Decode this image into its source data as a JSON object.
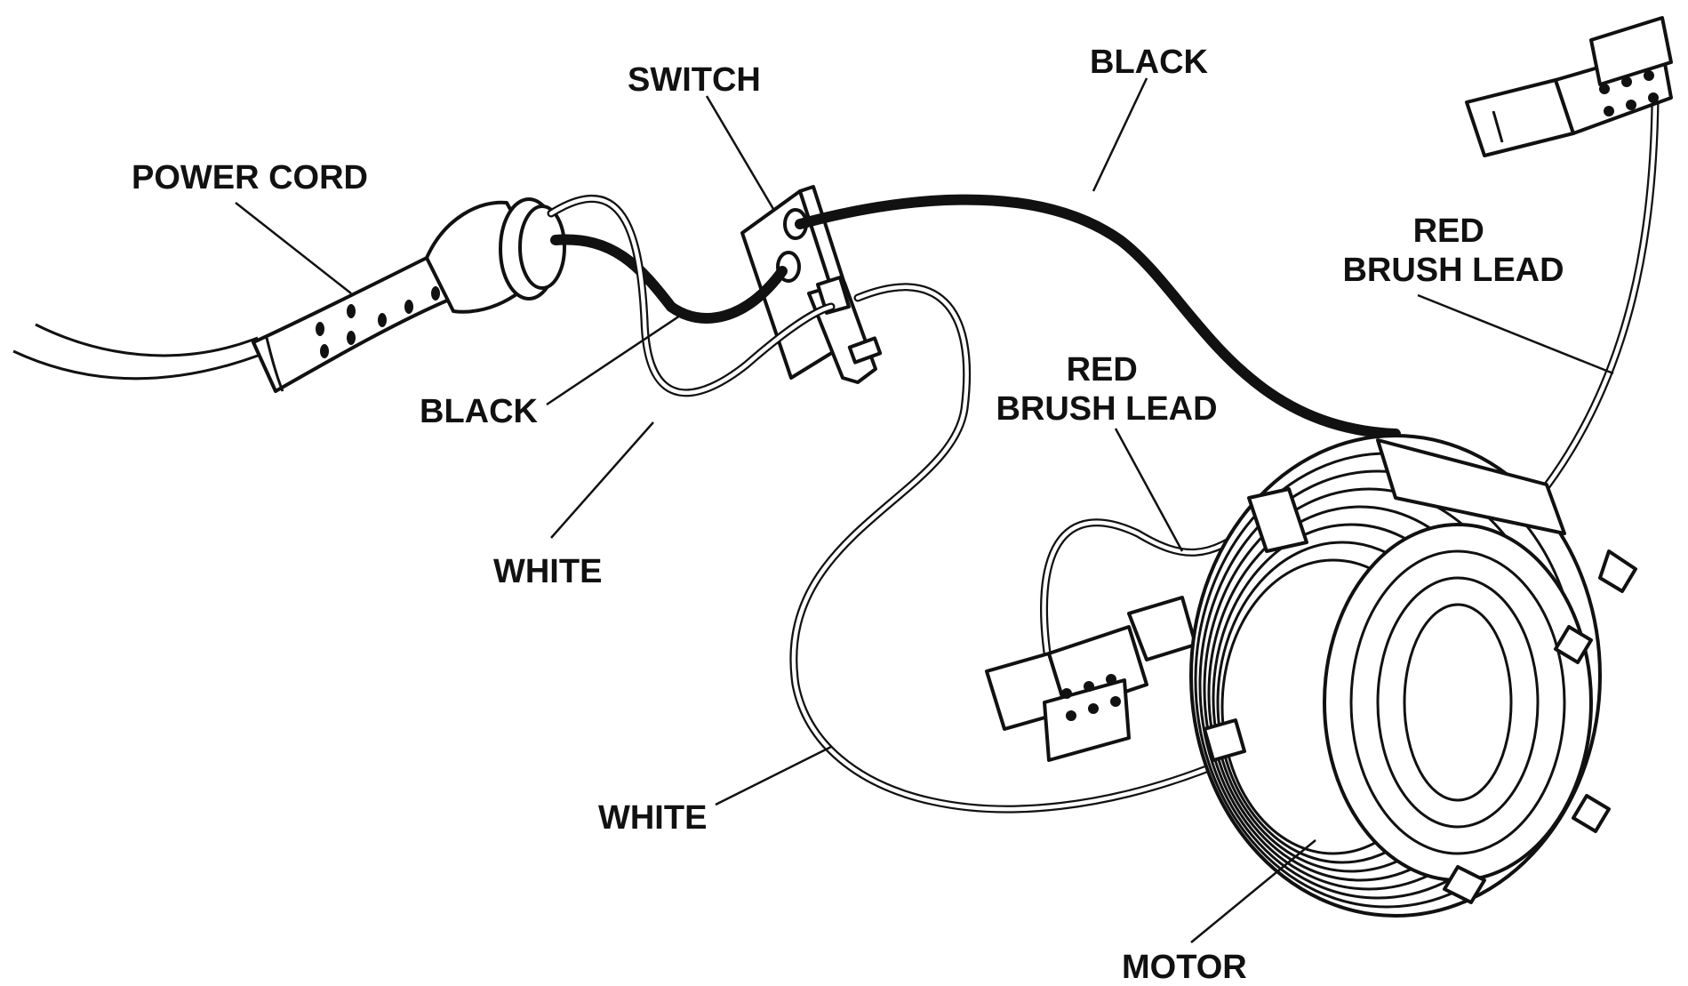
{
  "labels": {
    "power_cord": "POWER CORD",
    "switch": "SWITCH",
    "black_top": "BLACK",
    "black_left": "BLACK",
    "white_left": "WHITE",
    "white_bottom": "WHITE",
    "red_brush_lead_right": [
      "RED",
      "BRUSH LEAD"
    ],
    "red_brush_lead_center": [
      "RED",
      "BRUSH LEAD"
    ],
    "motor": "MOTOR"
  },
  "colors": {
    "ink": "#111111",
    "paper": "#ffffff"
  }
}
